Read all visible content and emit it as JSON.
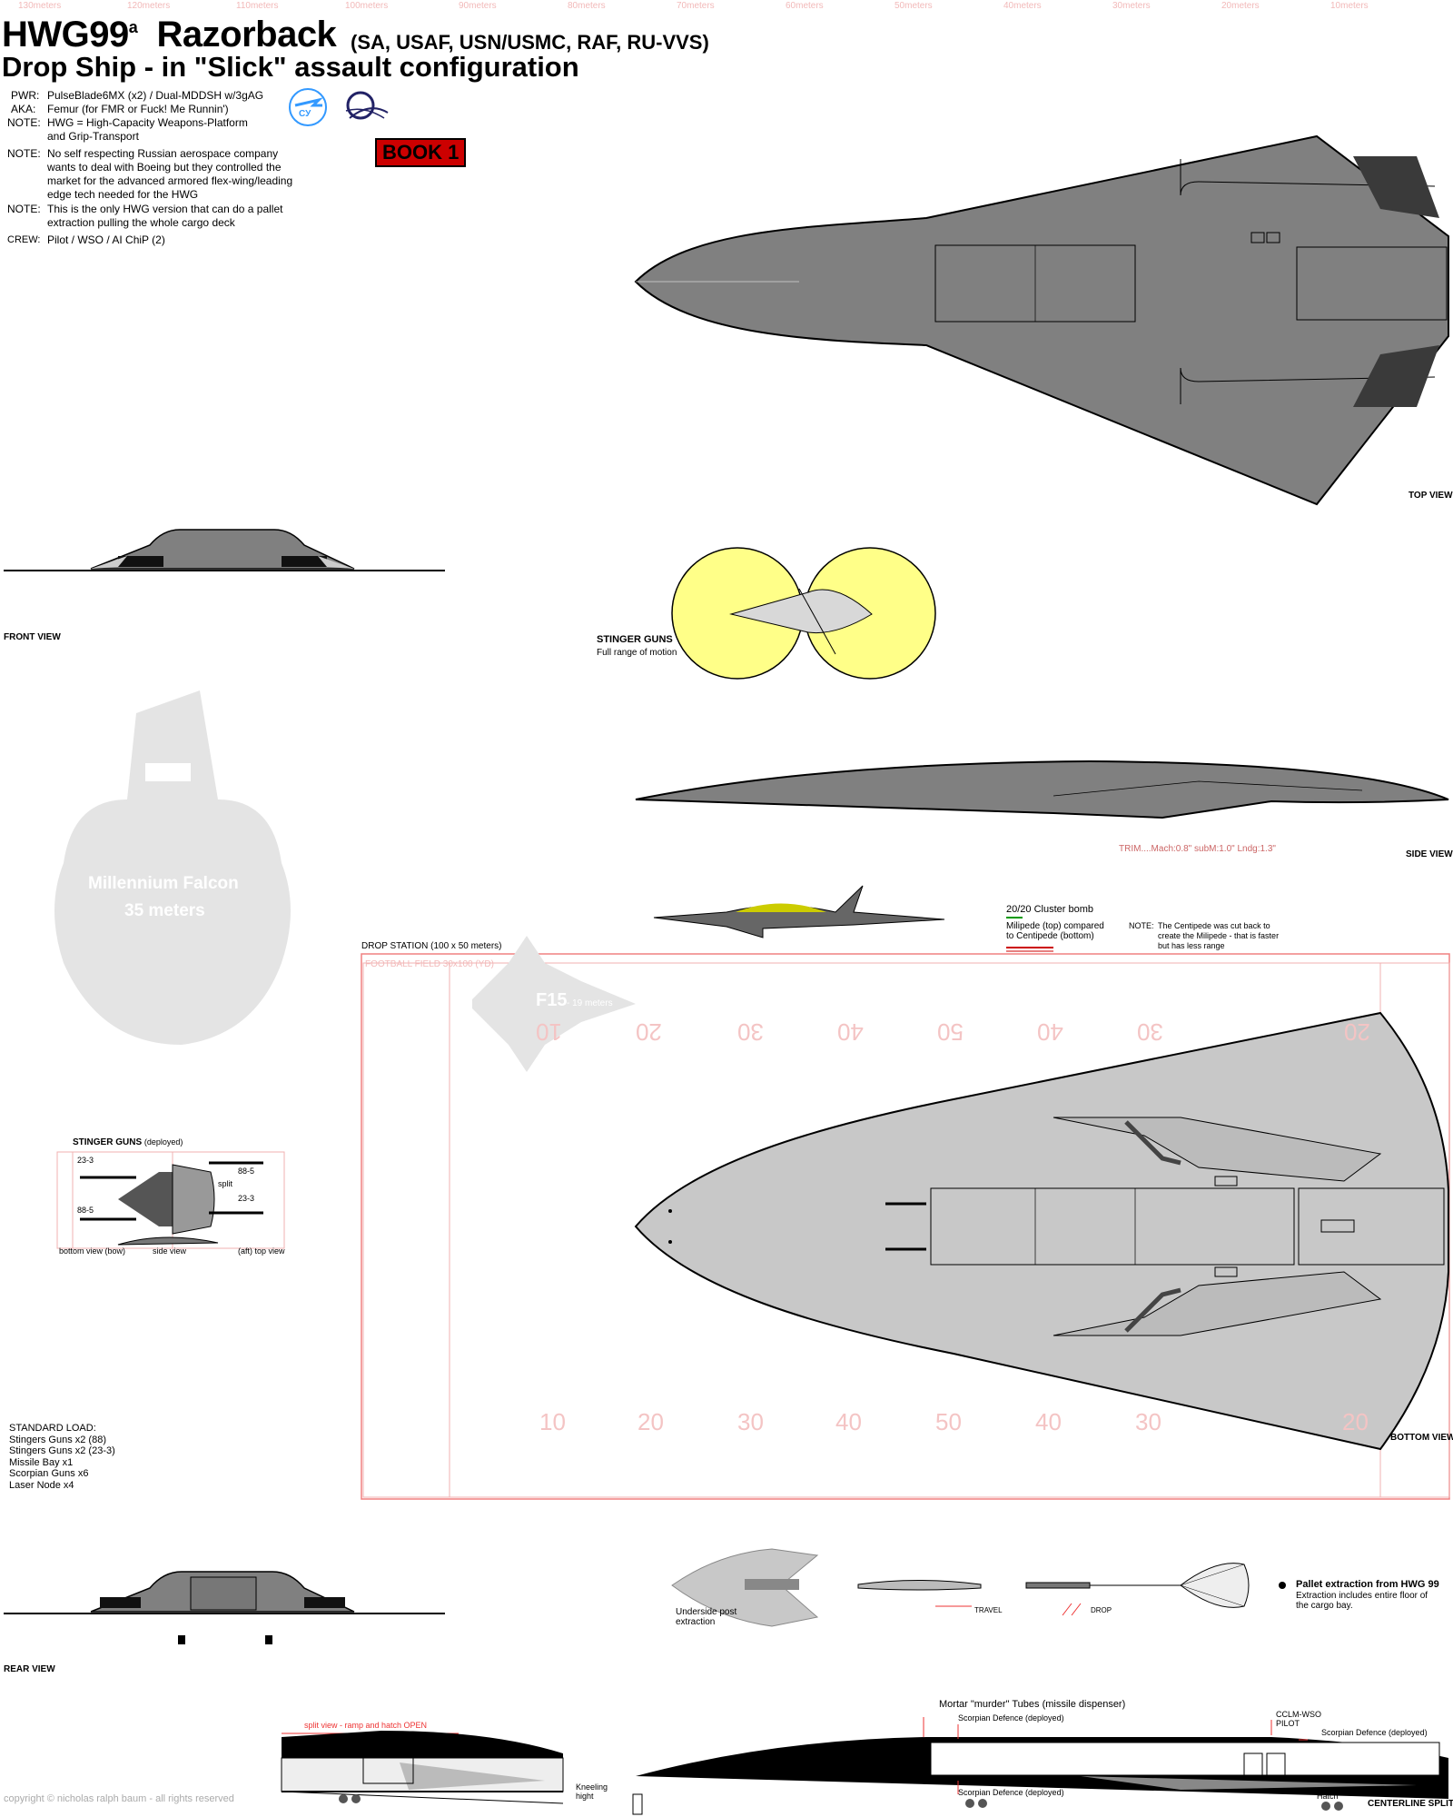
{
  "header": {
    "title_main": "HWG99",
    "title_sup": "a",
    "title_name": "Razorback",
    "operators": "(SA, USAF, USN/USMC, RAF, RU-VVS)",
    "subtitle": "Drop Ship - in \"Slick\" assault configuration"
  },
  "specs": [
    {
      "key": "PWR:",
      "value": "PulseBlade6MX (x2) / Dual-MDDSH w/3gAG"
    },
    {
      "key": "AKA:",
      "value": "Femur (for FMR or Fuck! Me Runnin')"
    },
    {
      "key": "NOTE:",
      "value": "HWG = High-Capacity Weapons-Platform",
      "value2": "and Grip-Transport"
    },
    {
      "key": "NOTE:",
      "value": "No self respecting Russian aerospace company",
      "value2": "wants to deal with Boeing but they controlled the",
      "value3": "market for the advanced armored flex-wing/leading",
      "value4": "edge tech needed for the HWG"
    },
    {
      "key": "NOTE:",
      "value": "This is the only HWG version that can do a pallet",
      "value2": "extraction pulling the whole cargo deck"
    },
    {
      "key": "CREW:",
      "value": "Pilot / WSO / AI ChiP (2)"
    }
  ],
  "badge": "BOOK 1",
  "ruler_top": [
    "130meters",
    "120meters",
    "110meters",
    "100meters",
    "90meters",
    "80meters",
    "70meters",
    "60meters",
    "50meters",
    "40meters",
    "30meters",
    "20meters",
    "10meters"
  ],
  "views": {
    "top": "TOP VIEW",
    "front": "FRONT VIEW",
    "side": "SIDE VIEW",
    "bottom": "BOTTOM VIEW",
    "rear": "REAR VIEW",
    "centerline": "CENTERLINE SPLIT"
  },
  "stinger_top": {
    "title": "STINGER GUNS",
    "sub": "Full range of motion"
  },
  "falcon": {
    "name": "Millennium Falcon",
    "size": "35 meters"
  },
  "trim": "TRIM....Mach:0.8\"  subM:1.0\"  Lndg:1.3\"",
  "cluster": {
    "title": "20/20 Cluster bomb",
    "l1": "Milipede (top) compared",
    "l2": "to Centipede (bottom)",
    "note_key": "NOTE:",
    "note1": "The Centipede was cut back to",
    "note2": "create the Milipede - that is faster",
    "note3": "but has less range"
  },
  "drop_station": "DROP STATION (100 x 50 meters)",
  "football": "FOOTBALL FIELD 30x100 (YD)",
  "f15": {
    "name": "F15",
    "size": "- 19 meters"
  },
  "yard_top": [
    "10",
    "20",
    "30",
    "40",
    "50",
    "40",
    "30",
    "20"
  ],
  "yard_bottom": [
    "10",
    "20",
    "30",
    "40",
    "50",
    "40",
    "30",
    "20"
  ],
  "stinger_dep": {
    "title": "STINGER GUNS",
    "title_sub": "(deployed)",
    "a": "23-3",
    "b": "88-5",
    "c": "88-5",
    "d": "23-3",
    "split": "split",
    "v1": "bottom view (bow)",
    "v2": "side view",
    "v3": "(aft) top view"
  },
  "load": {
    "title": "STANDARD LOAD:",
    "items": [
      "Stingers Guns x2  (88)",
      "Stingers Guns x2  (23-3)",
      "Missile Bay x1",
      "Scorpian Guns x6",
      "Laser Node x4"
    ]
  },
  "extraction": {
    "underside": "Underside post",
    "underside2": "extraction",
    "travel": "TRAVEL",
    "drop": "DROP",
    "pallet_title": "Pallet extraction from HWG 99",
    "pallet1": "Extraction includes entire floor of",
    "pallet2": "the cargo bay."
  },
  "split": {
    "header": "split view - ramp and hatch OPEN",
    "kneel1": "Kneeling",
    "kneel2": "hight"
  },
  "centerline": {
    "mortar": "Mortar \"murder\" Tubes (missile dispenser)",
    "scorp_top": "Scorpian Defence (deployed)",
    "scorp_bottom": "Scorpian Defence (deployed)",
    "cclm": "CCLM-WSO",
    "pilot": "PILOT",
    "scorp_right": "Scorpian Defence (deployed)",
    "hatch": "Hatch"
  },
  "copyright": "copyright © nicholas ralph baum - all rights reserved"
}
